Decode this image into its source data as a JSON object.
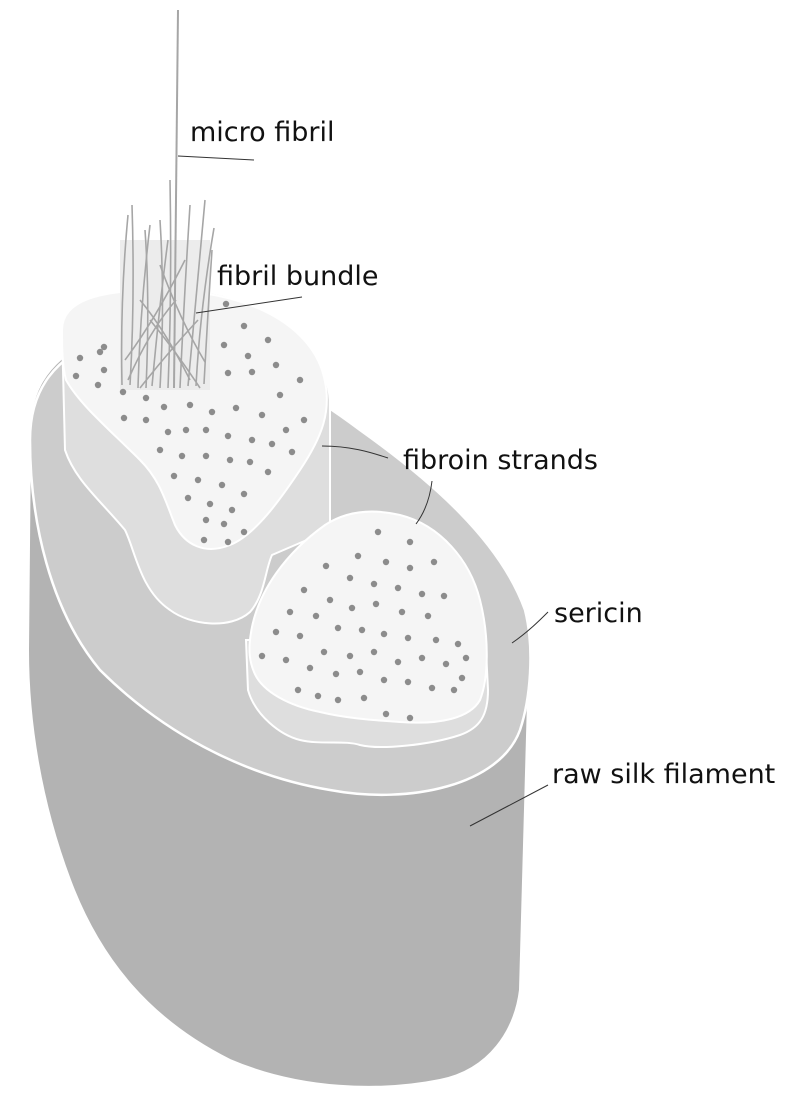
{
  "labels": {
    "micro_fibril": "micro fibril",
    "fibril_bundle": "fibril bundle",
    "fibroin_strands": "fibroin strands",
    "sericin": "sericin",
    "raw_silk_filament": "raw silk filament"
  },
  "colors": {
    "filament_side": "#b3b3b3",
    "sericin_top": "#cccccc",
    "fibroin_side": "#dedede",
    "fibroin_top": "#f5f5f5",
    "dots": "#8c8c8c",
    "fibrils": "#a6a6a6",
    "leader_lines": "#333333"
  }
}
